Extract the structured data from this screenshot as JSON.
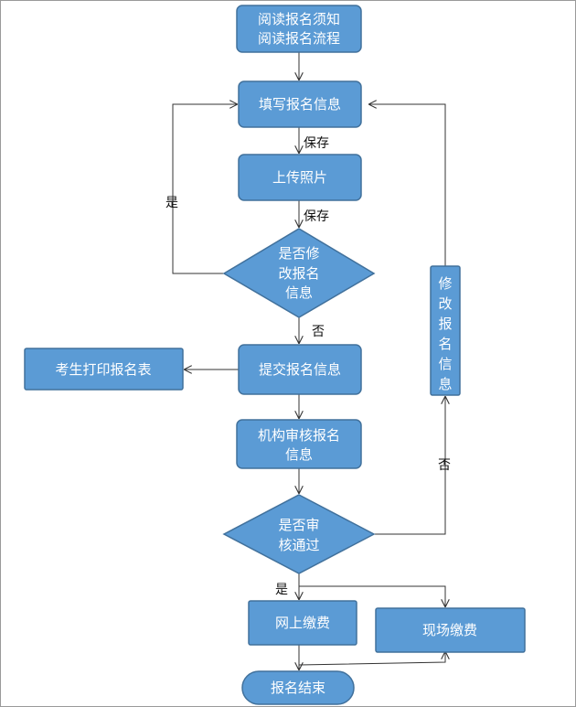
{
  "nodes": {
    "read_notice": [
      "阅读报名须知",
      "阅读报名流程"
    ],
    "fill_info": [
      "填写报名信息"
    ],
    "upload_photo": [
      "上传照片"
    ],
    "decision_modify": [
      "是否修",
      "改报名",
      "信息"
    ],
    "submit_info": [
      "提交报名信息"
    ],
    "print_form": [
      "考生打印报名表"
    ],
    "review_info": [
      "机构审核报名",
      "信息"
    ],
    "decision_pass": [
      "是否审",
      "核通过"
    ],
    "online_pay": [
      "网上缴费"
    ],
    "onsite_pay": [
      "现场缴费"
    ],
    "modify_info": [
      "修",
      "改",
      "报",
      "名",
      "信",
      "息"
    ],
    "finish": [
      "报名结束"
    ]
  },
  "edge_labels": {
    "save_1": "保存",
    "save_2": "保存",
    "yes_modify": "是",
    "no_modify": "否",
    "no_pass": "否",
    "yes_pass": "是"
  },
  "colors": {
    "node_fill": "#5b9bd5",
    "node_stroke": "#41719c",
    "line": "#333333"
  }
}
